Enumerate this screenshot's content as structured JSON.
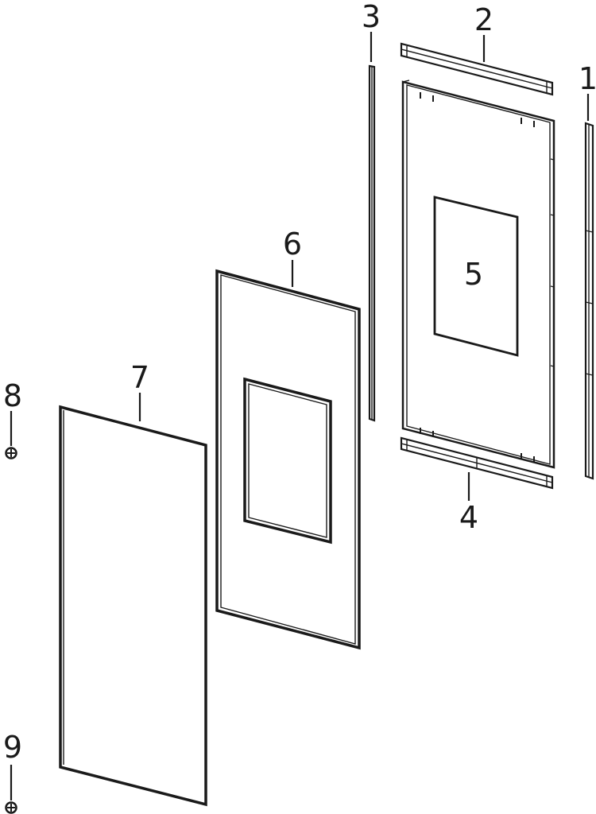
{
  "callouts": {
    "p1": "1",
    "p2": "2",
    "p3": "3",
    "p4": "4",
    "p5": "5",
    "p6": "6",
    "p7": "7",
    "p8": "8",
    "p9": "9"
  },
  "colors": {
    "line": "#1a1a1a",
    "background": "#ffffff"
  }
}
